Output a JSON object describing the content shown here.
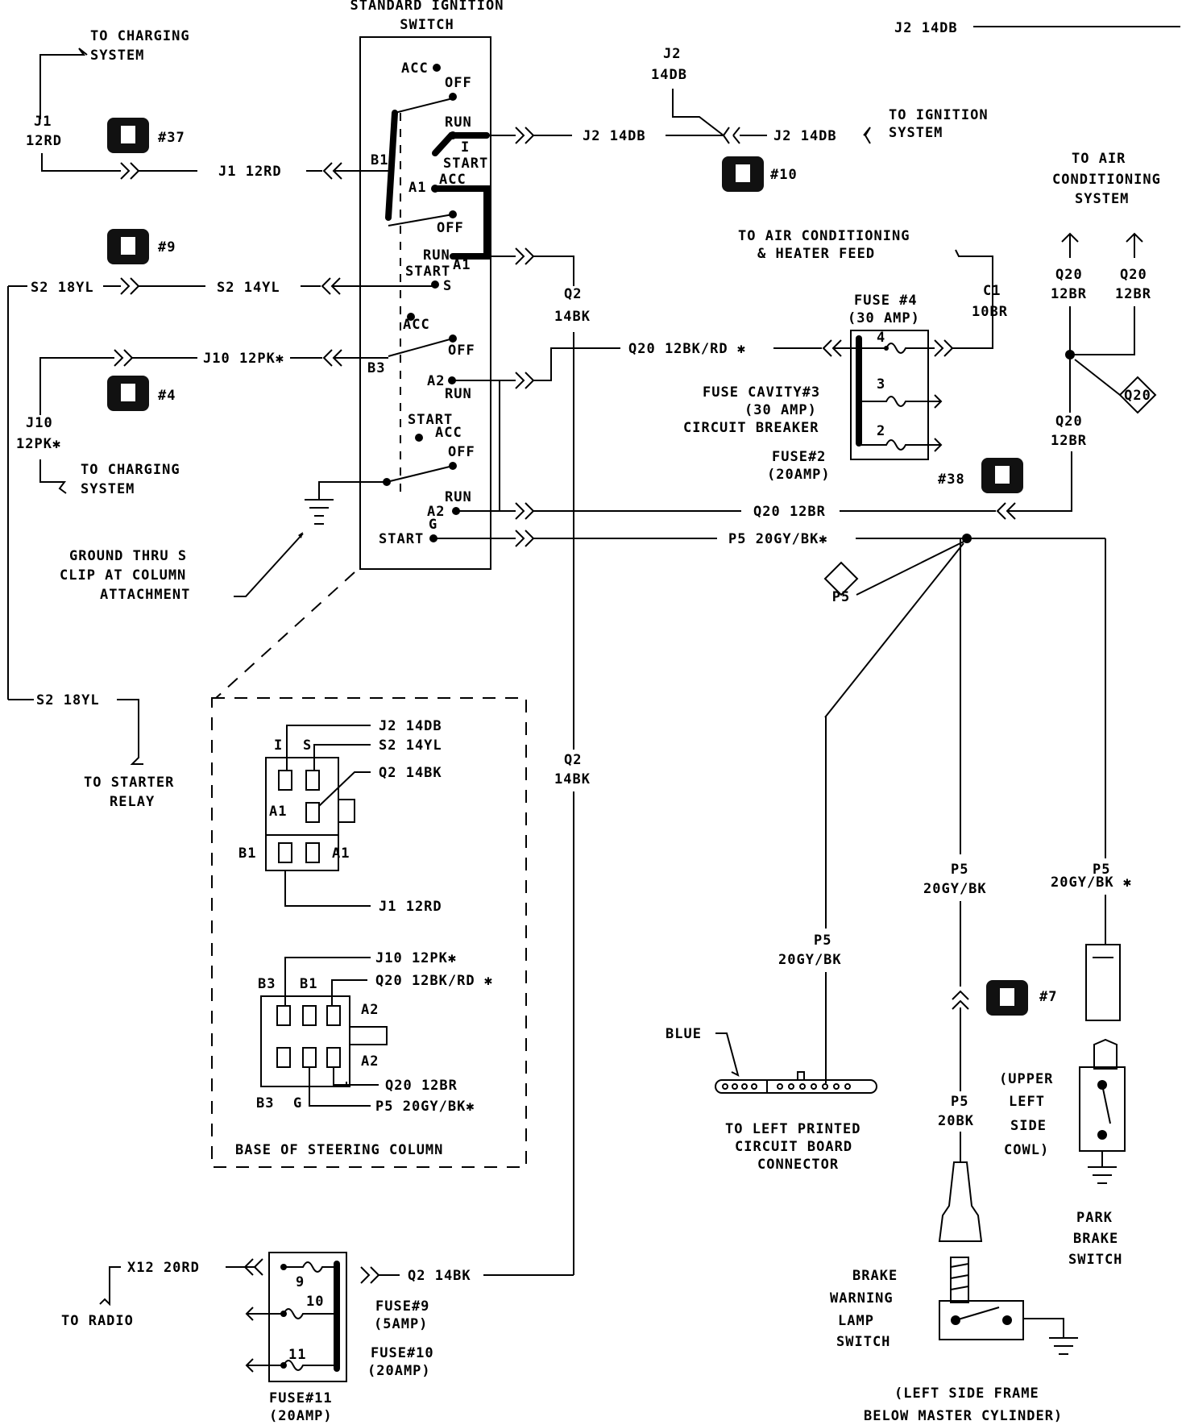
{
  "switch": {
    "title1": "STANDARD IGNITION",
    "title2": "SWITCH",
    "acc": "ACC",
    "off": "OFF",
    "run": "RUN",
    "start": "START",
    "i": "I",
    "s": "S",
    "g": "G",
    "a1": "A1",
    "a2": "A2",
    "b1": "B1",
    "b3": "B3"
  },
  "wires": {
    "j2_14db": "J2 14DB",
    "j2": "J2",
    "w14db": "14DB",
    "j1": "J1",
    "w12rd": "12RD",
    "j1_12rd": "J1 12RD",
    "s2_18yl": "S2 18YL",
    "s2_14yl": "S2 14YL",
    "j10_12pk": "J10 12PK✱",
    "j10": "J10",
    "w12pk": "12PK✱",
    "q2": "Q2",
    "w14bk": "14BK",
    "q2_14bk": "Q2 14BK",
    "q20_12bkrd": "Q20 12BK/RD ✱",
    "q20_12br": "Q20 12BR",
    "q20": "Q20",
    "w12br": "12BR",
    "c1": "C1",
    "w10br": "10BR",
    "p5_20gybk": "P5 20GY/BK✱",
    "p5": "P5",
    "w20gybk": "20GY/BK",
    "w20gybk_star": "20GY/BK ✱",
    "w20bk": "20BK",
    "x12_20rd": "X12 20RD"
  },
  "labels": {
    "to_charging": "TO CHARGING",
    "system": "SYSTEM",
    "to_ignition": "TO IGNITION",
    "to_air": "TO AIR",
    "conditioning": "CONDITIONING",
    "ac_heater1": "TO AIR CONDITIONING",
    "ac_heater2": "& HEATER FEED",
    "to_starter": "TO STARTER",
    "relay": "RELAY",
    "to_radio": "TO RADIO",
    "ground1": "GROUND THRU S",
    "ground2": "CLIP AT COLUMN",
    "ground3": "ATTACHMENT",
    "fuse4": "FUSE #4",
    "amp30": "(30 AMP)",
    "cavity1": "FUSE CAVITY#3",
    "cavity2": "(30 AMP)",
    "cavity3": "CIRCUIT BREAKER",
    "fuse2": "FUSE#2",
    "amp20": "(20AMP)",
    "fuse9": "FUSE#9",
    "amp5": "(5AMP)",
    "fuse10": "FUSE#10",
    "fuse11": "FUSE#11",
    "base_col": "BASE OF STEERING COLUMN",
    "blue": "BLUE",
    "pcb1": "TO LEFT PRINTED",
    "pcb2": "CIRCUIT BOARD",
    "pcb3": "CONNECTOR",
    "brake1": "BRAKE",
    "brake2": "WARNING",
    "brake3": "LAMP",
    "brake4": "SWITCH",
    "cowl1": "(UPPER",
    "cowl2": "LEFT",
    "cowl3": "SIDE",
    "cowl4": "COWL)",
    "park1": "PARK",
    "park2": "BRAKE",
    "park3": "SWITCH",
    "frame1": "(LEFT SIDE FRAME",
    "frame2": "BELOW MASTER CYLINDER)",
    "n3": "3",
    "n4": "4",
    "n2": "2",
    "n9": "9",
    "n10": "10",
    "n11": "11"
  },
  "badges": {
    "b37": "#37",
    "b9": "#9",
    "b4": "#4",
    "b10": "#10",
    "b38": "#38",
    "b7": "#7"
  },
  "splices": {
    "q20": "Q20",
    "p5": "P5"
  }
}
